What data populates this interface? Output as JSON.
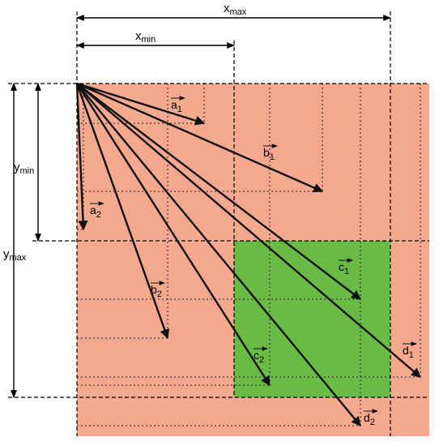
{
  "colors": {
    "region": "#f4a98e",
    "target": "#6abb45",
    "ink": "#111111"
  },
  "labels": {
    "x_max": {
      "main": "x",
      "sub": "max"
    },
    "x_min": {
      "main": "x",
      "sub": "min"
    },
    "y_min": {
      "main": "y",
      "sub": "min"
    },
    "y_max": {
      "main": "y",
      "sub": "max"
    }
  },
  "vectors": [
    {
      "id": "a1",
      "main": "a",
      "sub": "1"
    },
    {
      "id": "a2",
      "main": "a",
      "sub": "2"
    },
    {
      "id": "b1",
      "main": "b",
      "sub": "1"
    },
    {
      "id": "b2",
      "main": "b",
      "sub": "2"
    },
    {
      "id": "c1",
      "main": "c",
      "sub": "1"
    },
    {
      "id": "c2",
      "main": "c",
      "sub": "2"
    },
    {
      "id": "d1",
      "main": "d",
      "sub": "1"
    },
    {
      "id": "d2",
      "main": "d",
      "sub": "2"
    }
  ]
}
